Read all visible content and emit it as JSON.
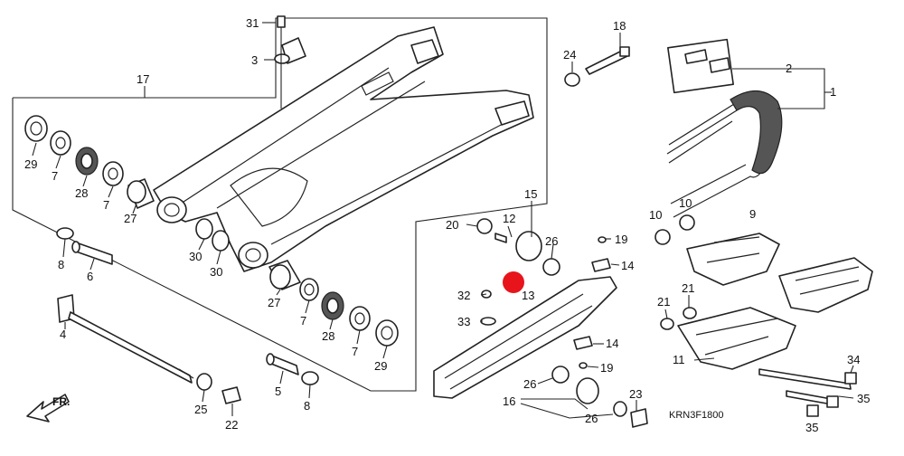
{
  "diagram_code": "KRN3F1800",
  "direction_label": "FR.",
  "highlight_color": "#e8141c",
  "callouts": {
    "c1": "1",
    "c2": "2",
    "c3": "3",
    "c4": "4",
    "c5": "5",
    "c6": "6",
    "c7a": "7",
    "c7b": "7",
    "c7c": "7",
    "c7d": "7",
    "c8a": "8",
    "c8b": "8",
    "c9": "9",
    "c10a": "10",
    "c10b": "10",
    "c11": "11",
    "c12": "12",
    "c13": "13",
    "c14a": "14",
    "c14b": "14",
    "c15": "15",
    "c16": "16",
    "c17": "17",
    "c18": "18",
    "c19a": "19",
    "c19b": "19",
    "c20": "20",
    "c21a": "21",
    "c21b": "21",
    "c22": "22",
    "c23": "23",
    "c24": "24",
    "c25": "25",
    "c26a": "26",
    "c26b": "26",
    "c26c": "26",
    "c27a": "27",
    "c27b": "27",
    "c28a": "28",
    "c28b": "28",
    "c29a": "29",
    "c29b": "29",
    "c30a": "30",
    "c30b": "30",
    "c31": "31",
    "c32": "32",
    "c33": "33",
    "c34": "34",
    "c35a": "35",
    "c35b": "35"
  }
}
